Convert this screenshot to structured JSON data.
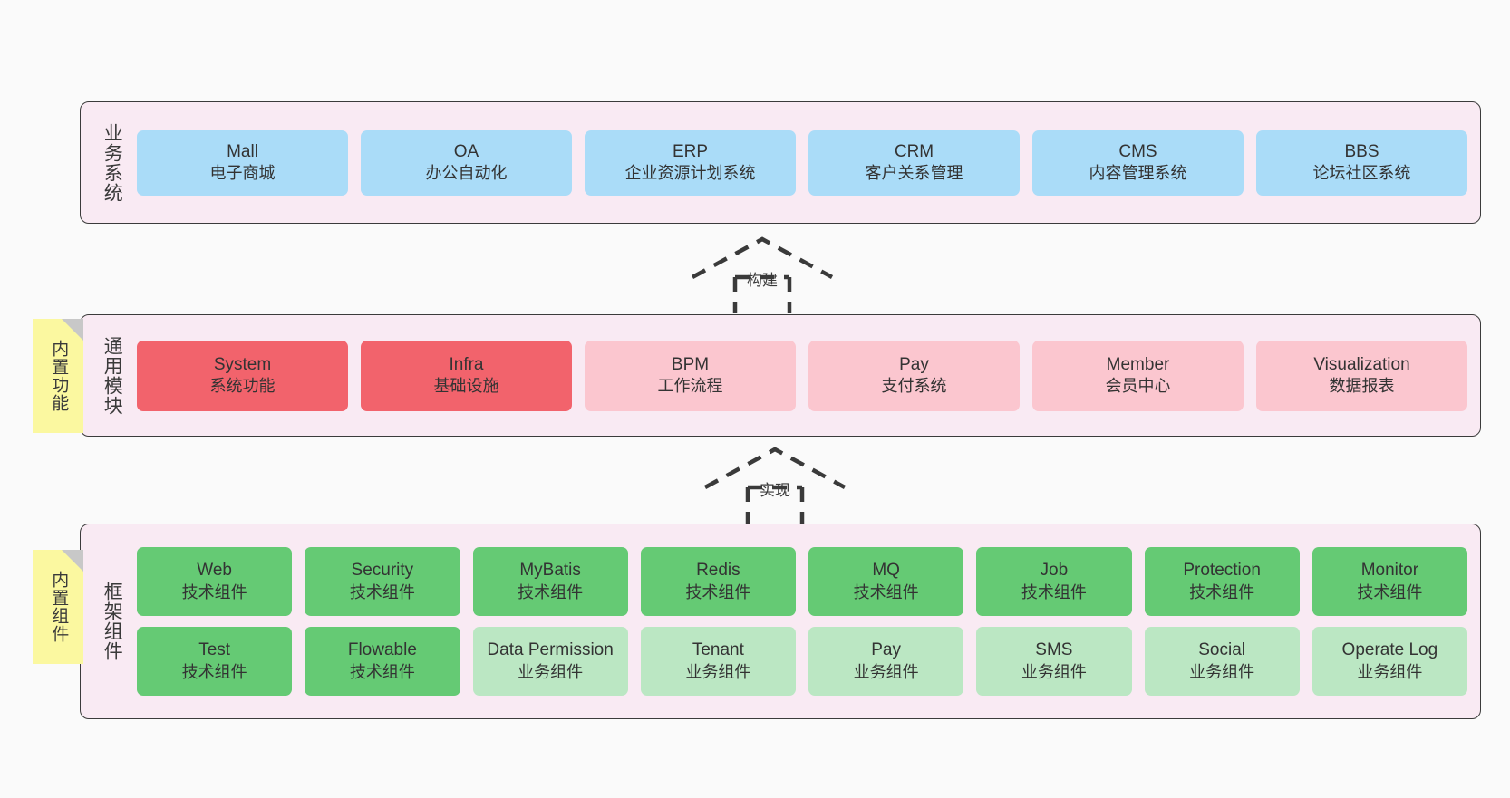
{
  "diagram": {
    "background_color": "#fafafa",
    "band_fill": "#f9eaf3",
    "band_border": "#3b3b3b",
    "sticky_fill": "#fbf8a0"
  },
  "bands": [
    {
      "id": "business",
      "title": "业务系统",
      "rows": [
        [
          {
            "name": "Mall",
            "subtitle": "电子商城",
            "color": "#aadcf8"
          },
          {
            "name": "OA",
            "subtitle": "办公自动化",
            "color": "#aadcf8"
          },
          {
            "name": "ERP",
            "subtitle": "企业资源计划系统",
            "color": "#aadcf8"
          },
          {
            "name": "CRM",
            "subtitle": "客户关系管理",
            "color": "#aadcf8"
          },
          {
            "name": "CMS",
            "subtitle": "内容管理系统",
            "color": "#aadcf8"
          },
          {
            "name": "BBS",
            "subtitle": "论坛社区系统",
            "color": "#aadcf8"
          }
        ]
      ]
    },
    {
      "id": "common",
      "title": "通用模块",
      "rows": [
        [
          {
            "name": "System",
            "subtitle": "系统功能",
            "color": "#f2636c"
          },
          {
            "name": "Infra",
            "subtitle": "基础设施",
            "color": "#f2636c"
          },
          {
            "name": "BPM",
            "subtitle": "工作流程",
            "color": "#fbc6cf"
          },
          {
            "name": "Pay",
            "subtitle": "支付系统",
            "color": "#fbc6cf"
          },
          {
            "name": "Member",
            "subtitle": "会员中心",
            "color": "#fbc6cf"
          },
          {
            "name": "Visualization",
            "subtitle": "数据报表",
            "color": "#fbc6cf"
          }
        ]
      ]
    },
    {
      "id": "framework",
      "title": "框架组件",
      "rows": [
        [
          {
            "name": "Web",
            "subtitle": "技术组件",
            "color": "#65ca74"
          },
          {
            "name": "Security",
            "subtitle": "技术组件",
            "color": "#65ca74"
          },
          {
            "name": "MyBatis",
            "subtitle": "技术组件",
            "color": "#65ca74"
          },
          {
            "name": "Redis",
            "subtitle": "技术组件",
            "color": "#65ca74"
          },
          {
            "name": "MQ",
            "subtitle": "技术组件",
            "color": "#65ca74"
          },
          {
            "name": "Job",
            "subtitle": "技术组件",
            "color": "#65ca74"
          },
          {
            "name": "Protection",
            "subtitle": "技术组件",
            "color": "#65ca74"
          },
          {
            "name": "Monitor",
            "subtitle": "技术组件",
            "color": "#65ca74"
          }
        ],
        [
          {
            "name": "Test",
            "subtitle": "技术组件",
            "color": "#65ca74"
          },
          {
            "name": "Flowable",
            "subtitle": "技术组件",
            "color": "#65ca74"
          },
          {
            "name": "Data Permission",
            "subtitle": "业务组件",
            "color": "#bbe7c3"
          },
          {
            "name": "Tenant",
            "subtitle": "业务组件",
            "color": "#bbe7c3"
          },
          {
            "name": "Pay",
            "subtitle": "业务组件",
            "color": "#bbe7c3"
          },
          {
            "name": "SMS",
            "subtitle": "业务组件",
            "color": "#bbe7c3"
          },
          {
            "name": "Social",
            "subtitle": "业务组件",
            "color": "#bbe7c3"
          },
          {
            "name": "Operate Log",
            "subtitle": "业务组件",
            "color": "#bbe7c3"
          }
        ]
      ]
    }
  ],
  "stickies": [
    {
      "id": "sticky-common",
      "label": "内置功能"
    },
    {
      "id": "sticky-framework",
      "label": "内置组件"
    }
  ],
  "arrows": [
    {
      "id": "arrow-build",
      "label": "构建"
    },
    {
      "id": "arrow-realize",
      "label": "实现"
    }
  ]
}
